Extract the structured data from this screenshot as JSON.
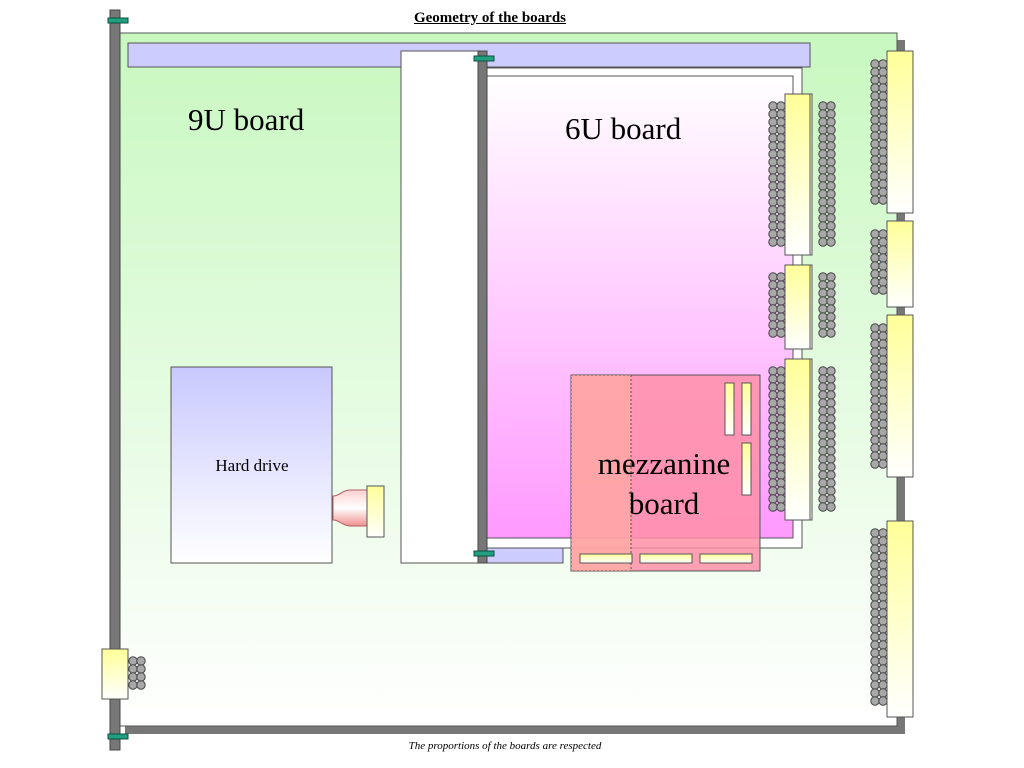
{
  "diagram": {
    "title": "Geometry of the boards",
    "caption": "The proportions of the boards are respected",
    "labels": {
      "board_9u": "9U board",
      "board_6u": "6U board",
      "hard_drive": "Hard drive",
      "mezzanine": "mezzanine board"
    },
    "colors": {
      "board_9u_top": "#c8f8c0",
      "board_6u_top": "#ffffff",
      "board_6u_bottom": "#ff99ff",
      "hard_drive_top": "#c8c8ff",
      "mezzanine": "#ff8fa8",
      "connector_top": "#ffff99",
      "rail": "#777777",
      "pin": "#a8a8a8",
      "latch": "#20a080",
      "top_bar": "#ccccff"
    }
  }
}
